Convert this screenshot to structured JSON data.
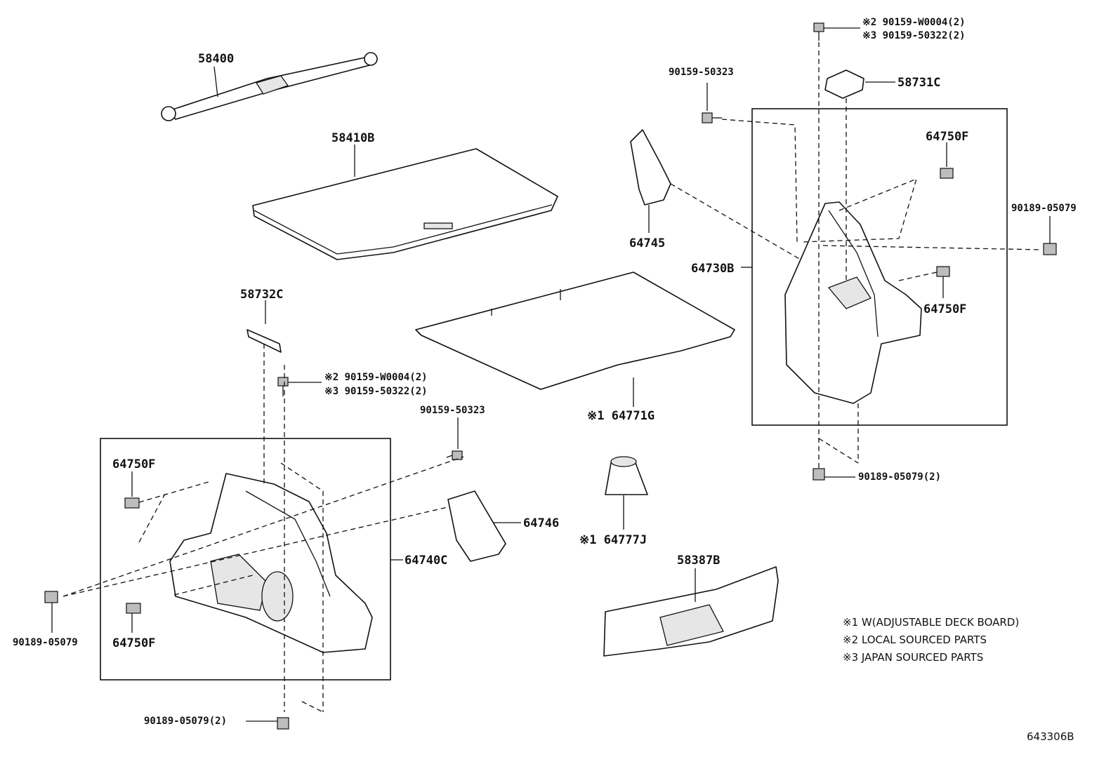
{
  "labels": {
    "p58400": "58400",
    "p58410b": "58410B",
    "p58732c": "58732C",
    "p58731c": "58731C",
    "p64745": "64745",
    "p64730b": "64730B",
    "p64750f_r1": "64750F",
    "p64750f_r2": "64750F",
    "p64750f_l1": "64750F",
    "p64750f_l2": "64750F",
    "p64740c": "64740C",
    "p64746": "64746",
    "p64771g": "※1 64771G",
    "p64777j": "※1 64777J",
    "p58387b": "58387B",
    "b90159_50323_r": "90159-50323",
    "b90159_50323_l": "90159-50323",
    "b90189_05079_r": "90189-05079",
    "b90189_05079_l": "90189-05079",
    "b90189_05079_2_r": "90189-05079(2)",
    "b90189_05079_2_l": "90189-05079(2)",
    "top_note_line1": "※2 90159-W0004(2)",
    "top_note_line2": "※3 90159-50322(2)",
    "mid_note_line1": "※2 90159-W0004(2)",
    "mid_note_line2": "※3 90159-50322(2)"
  },
  "legend": [
    "※1 W(ADJUSTABLE DECK BOARD)",
    "※2 LOCAL SOURCED PARTS",
    "※3 JAPAN SOURCED PARTS"
  ],
  "diagram_code": "643306B"
}
